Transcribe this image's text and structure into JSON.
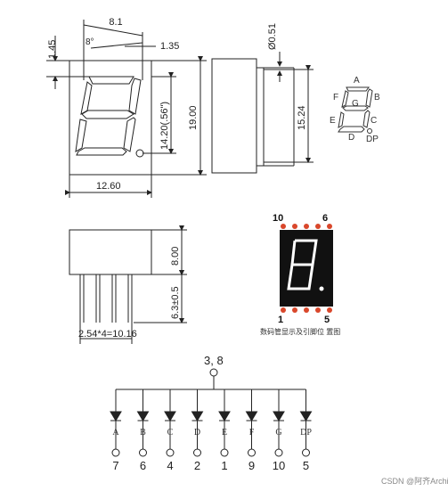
{
  "dimensions": {
    "width_total": "8.1",
    "top_offset": "1.45",
    "slant_angle": "8°",
    "segment_width": "1.35",
    "digit_height": "14.20(.56\")",
    "body_height": "19.00",
    "body_width": "12.60",
    "pin_diameter": "Ø0.51",
    "pin_row_spacing": "15.24",
    "body_depth": "8.00",
    "pin_length": "6.3±0.5",
    "pin_pitch": "2.54*4=10.16"
  },
  "segment_labels": {
    "a": "A",
    "b": "B",
    "c": "C",
    "d": "D",
    "e": "E",
    "f": "F",
    "g": "G",
    "dp": "DP"
  },
  "pinout": {
    "top_left": "10",
    "top_right": "6",
    "bottom_left": "1",
    "bottom_right": "5",
    "caption": "数码管显示及引脚位 置图"
  },
  "schematic": {
    "common": "3, 8",
    "channels": [
      {
        "segment": "A",
        "pin": "7"
      },
      {
        "segment": "B",
        "pin": "6"
      },
      {
        "segment": "C",
        "pin": "4"
      },
      {
        "segment": "D",
        "pin": "2"
      },
      {
        "segment": "E",
        "pin": "1"
      },
      {
        "segment": "F",
        "pin": "9"
      },
      {
        "segment": "G",
        "pin": "10"
      },
      {
        "segment": "DP",
        "pin": "5"
      }
    ]
  },
  "watermark": "CSDN @阿齐Archie",
  "colors": {
    "line": "#222222",
    "display_bg": "#111111",
    "segment_lit": "#ffffff",
    "pin_dot": "#d9472b"
  }
}
